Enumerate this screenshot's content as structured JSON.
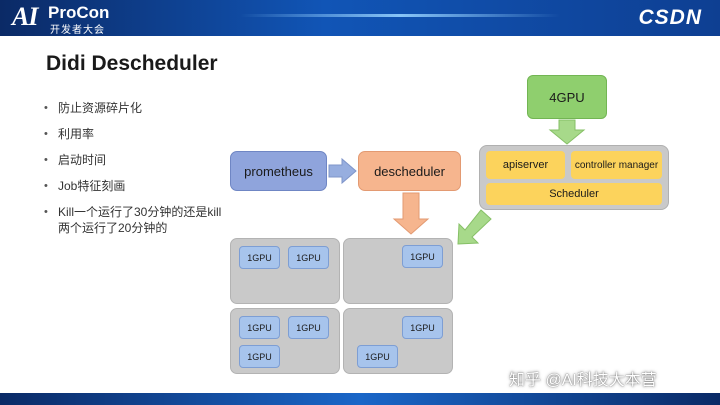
{
  "header": {
    "logo_ai": "AI",
    "logo_procon": "ProCon",
    "logo_subtitle": "开发者大会",
    "logo_csdn": "CSDN"
  },
  "title": "Didi Descheduler",
  "bullets": [
    "防止资源碎片化",
    "利用率",
    "启动时间",
    "Job特征刻画",
    "Kill一个运行了30分钟的还是kill两个运行了20分钟的"
  ],
  "diagram": {
    "prometheus": "prometheus",
    "descheduler": "descheduler",
    "gpu_pool": "4GPU",
    "apiserver": "apiserver",
    "controller_manager": "controller manager",
    "scheduler": "Scheduler",
    "gpu_label": "1GPU",
    "nodes": [
      {
        "gpus": [
          "1GPU",
          "1GPU"
        ]
      },
      {
        "gpus": [
          "1GPU"
        ]
      },
      {
        "gpus": [
          "1GPU",
          "1GPU",
          "1GPU"
        ]
      },
      {
        "gpus": [
          "1GPU",
          "1GPU"
        ]
      }
    ]
  },
  "colors": {
    "prometheus": "#8fa4dc",
    "descheduler": "#f6b58e",
    "gpu_pool": "#8fcf6e",
    "control_plane_component": "#fcd35c",
    "node": "#c9c9c9",
    "gpu": "#a7c4ec"
  },
  "watermark": "知乎 @AI科技大本营"
}
